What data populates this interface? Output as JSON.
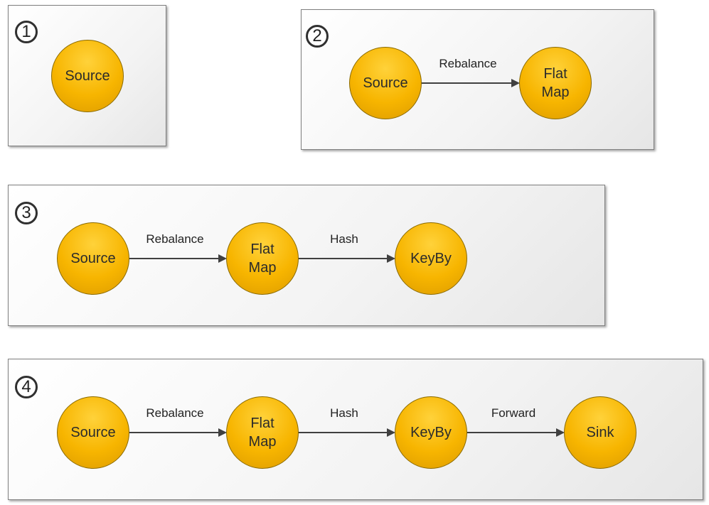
{
  "panels": [
    {
      "badge": "1",
      "nodes": [
        "Source"
      ],
      "edges": []
    },
    {
      "badge": "2",
      "nodes": [
        "Source",
        "Flat\nMap"
      ],
      "edges": [
        "Rebalance"
      ]
    },
    {
      "badge": "3",
      "nodes": [
        "Source",
        "Flat\nMap",
        "KeyBy"
      ],
      "edges": [
        "Rebalance",
        "Hash"
      ]
    },
    {
      "badge": "4",
      "nodes": [
        "Source",
        "Flat\nMap",
        "KeyBy",
        "Sink"
      ],
      "edges": [
        "Rebalance",
        "Hash",
        "Forward"
      ]
    }
  ]
}
